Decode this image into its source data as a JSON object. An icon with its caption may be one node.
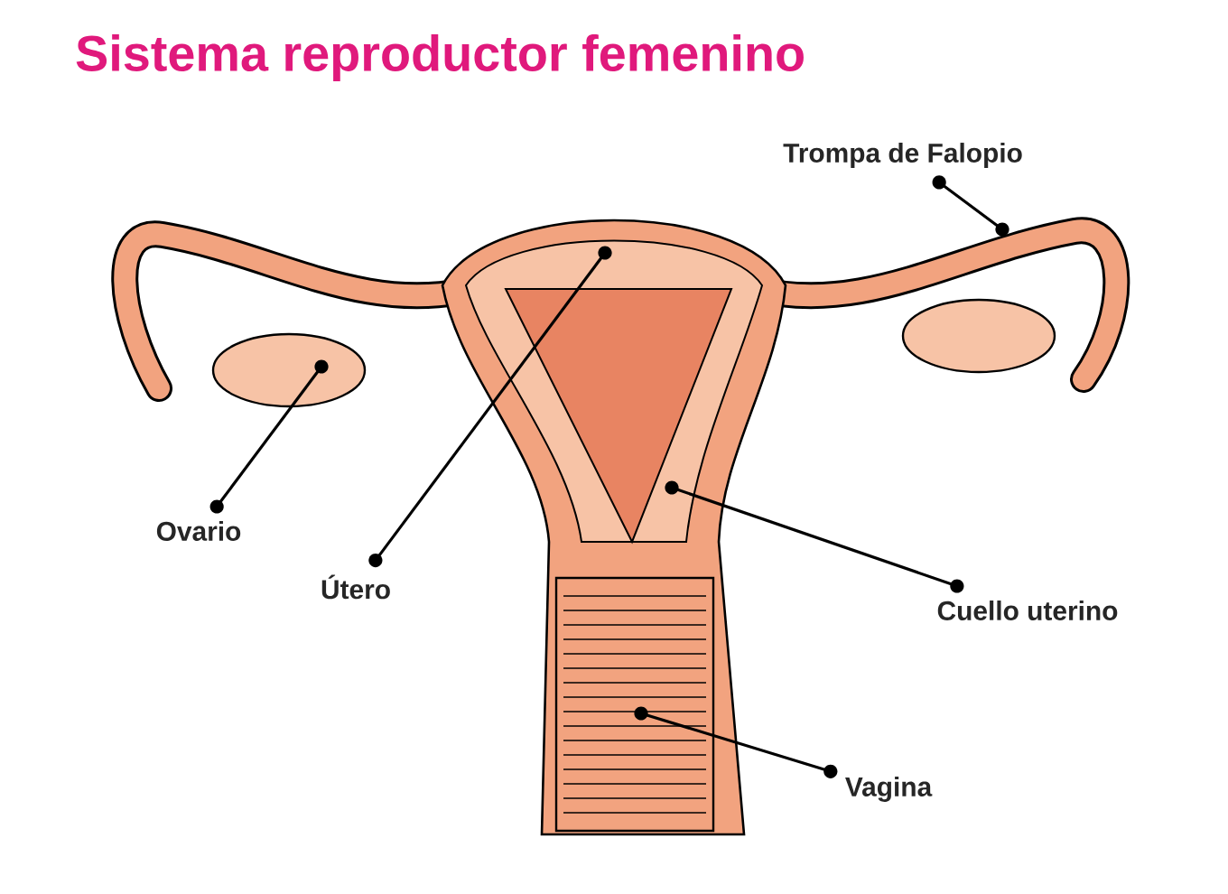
{
  "diagram": {
    "title": "Sistema reproductor femenino",
    "nodes": [
      {
        "text": [
          "Trompa de Falopio"
        ]
      },
      {
        "text": [
          "Ovario"
        ]
      },
      {
        "text": [
          "Útero"
        ]
      },
      {
        "text": [
          "Cuello uterino"
        ]
      },
      {
        "text": [
          "Vagina"
        ]
      }
    ],
    "edges": [
      {
        "from": 0,
        "to": null,
        "arrow": "other"
      },
      {
        "from": 1,
        "to": null,
        "arrow": "other"
      },
      {
        "from": 2,
        "to": null,
        "arrow": "other"
      },
      {
        "from": 3,
        "to": null,
        "arrow": "other"
      },
      {
        "from": 4,
        "to": null,
        "arrow": "other"
      }
    ]
  }
}
